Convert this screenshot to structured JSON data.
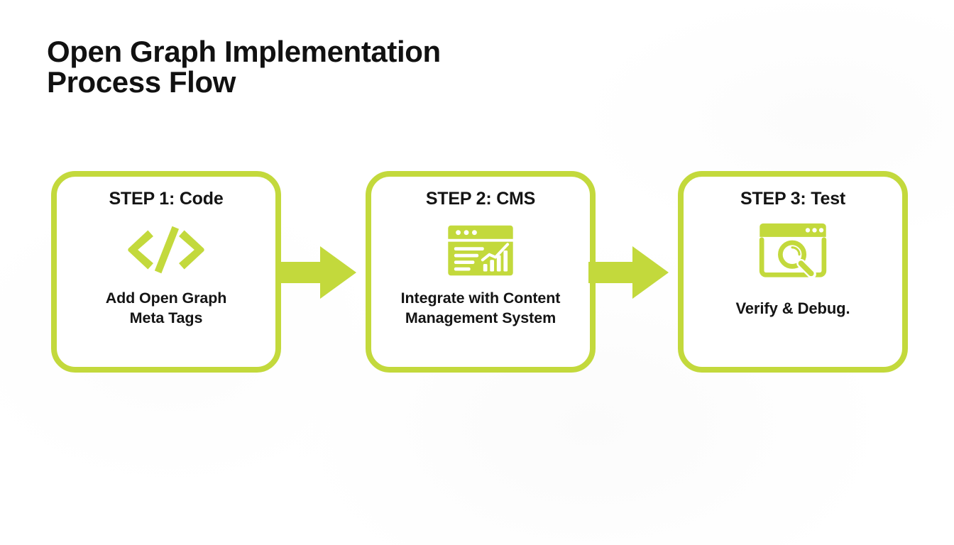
{
  "slide": {
    "title": "Open Graph Implementation\nProcess Flow",
    "background_color": "#ffffff",
    "accent_color": "#c3d93c",
    "text_color": "#141414"
  },
  "flow": {
    "steps": [
      {
        "title": "STEP 1: Code",
        "icon": "code-brackets-icon",
        "description": "Add Open Graph\nMeta Tags"
      },
      {
        "title": "STEP 2: CMS",
        "icon": "dashboard-window-icon",
        "description": "Integrate with Content\nManagement System"
      },
      {
        "title": "STEP 3: Test",
        "icon": "browser-search-icon",
        "description": "Verify & Debug."
      }
    ],
    "connectors": [
      {
        "icon": "arrow-right-icon"
      },
      {
        "icon": "arrow-right-icon"
      }
    ]
  }
}
